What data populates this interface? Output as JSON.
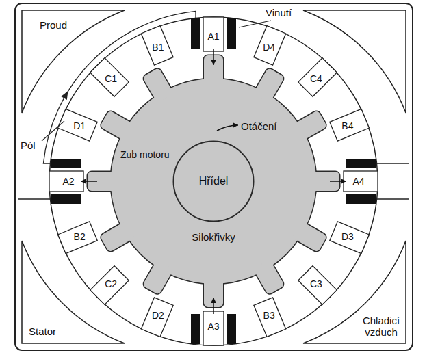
{
  "diagram": {
    "nodes": [
      {
        "text": [
          "Otáčení",
          "Zub motoru",
          "Silokřivky"
        ]
      },
      {
        "text": [
          "Hřídel"
        ],
        "in": 0
      }
    ],
    "labels": [
      "Proud",
      "Vinutí",
      "B1",
      "A1",
      "D4",
      "C1",
      "C4",
      "Pól",
      "D1",
      "B4",
      "A2",
      "A4",
      "B2",
      "D3",
      "C2",
      "C3",
      "D2",
      "A3",
      "B3",
      "Stator",
      "Chladicí vzduch"
    ]
  }
}
